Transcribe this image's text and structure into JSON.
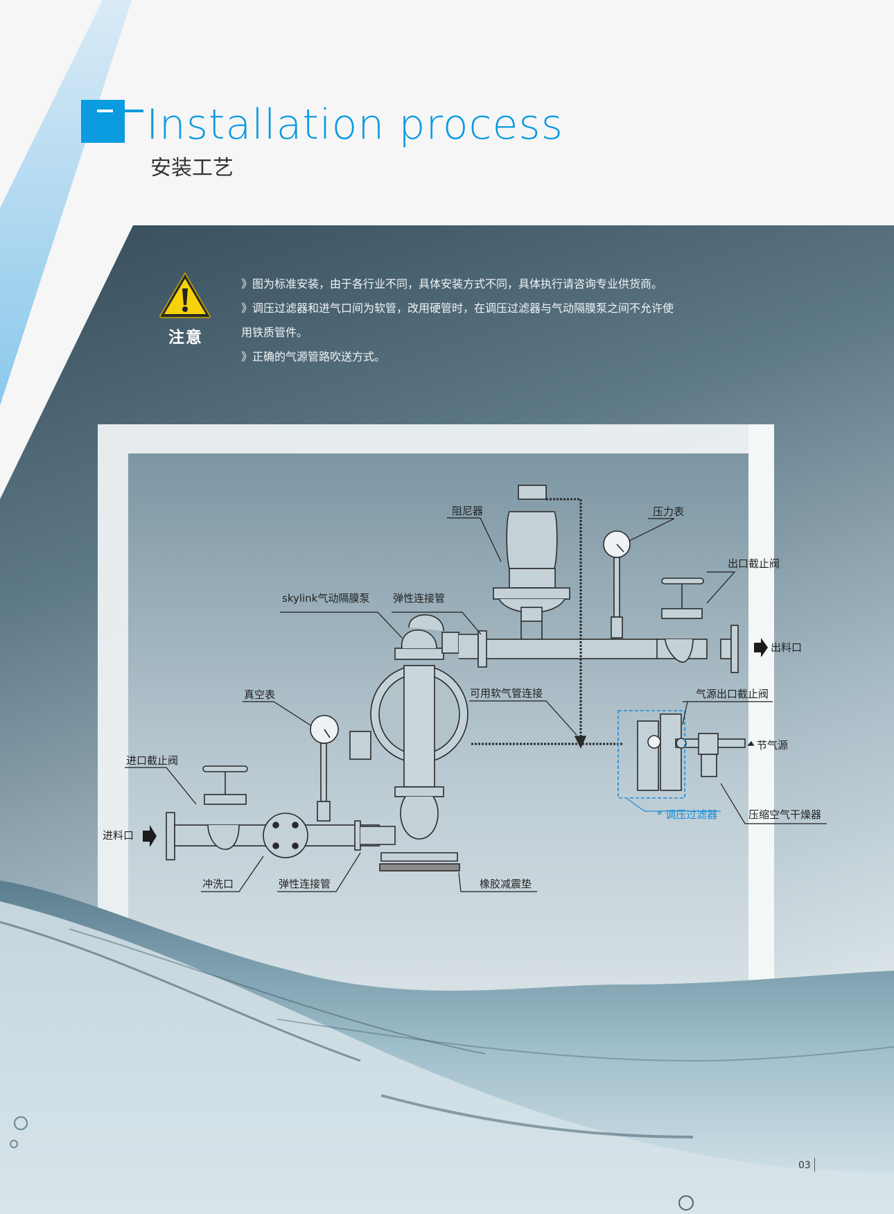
{
  "header": {
    "title_en": "Installation process",
    "title_cn": "安装工艺",
    "accent_color": "#0a9be0"
  },
  "notice": {
    "icon": "warning-triangle-icon",
    "label": "注意",
    "lines": [
      "》图为标准安装，由于各行业不同，具体安装方式不同，具体执行请咨询专业供货商。",
      "》调压过滤器和进气口间为软管，改用硬管时，在调压过滤器与气动隔膜泵之间不允许使",
      "用铁质管件。",
      "》正确的气源管路吹送方式。"
    ]
  },
  "diagram": {
    "labels": {
      "damper": "阻尼器",
      "pressure_gauge": "压力表",
      "outlet_valve": "出口截止阀",
      "pump": "skylink气动隔膜泵",
      "flex_pipe_top": "弹性连接管",
      "outlet": "出料口",
      "soft_air_hose": "可用软气管连接",
      "air_outlet_valve": "气源出口截止阀",
      "vacuum_gauge": "真空表",
      "air_source": "节气源",
      "inlet_valve": "进口截止阀",
      "regulator_filter": "* 调压过滤器",
      "air_dryer": "压缩空气干燥器",
      "inlet": "进料口",
      "flush_port": "冲洗口",
      "flex_pipe_bottom": "弹性连接管",
      "rubber_pad": "橡胶减震垫"
    },
    "highlight_color": "#1a8ed8"
  },
  "footer": {
    "page_number": "03"
  }
}
